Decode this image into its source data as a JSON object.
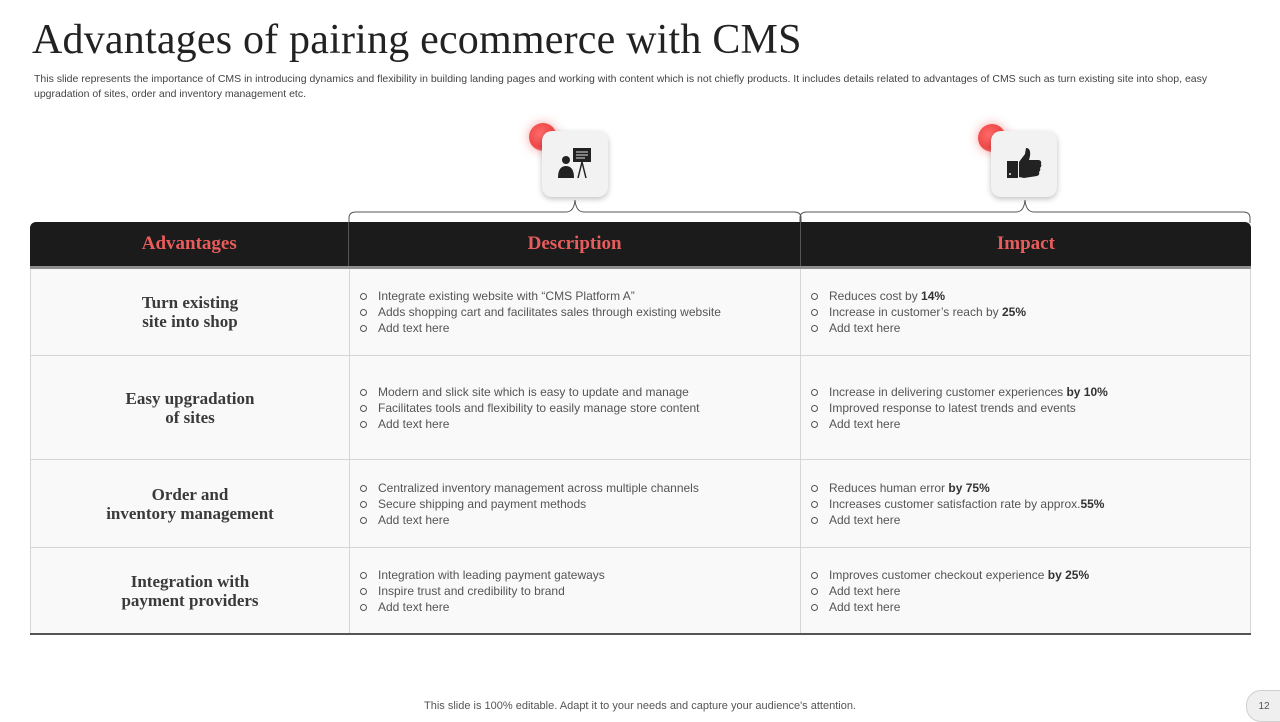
{
  "title": "Advantages of pairing ecommerce with CMS",
  "subtitle": "This slide represents the importance of CMS in introducing dynamics and flexibility in building landing pages and working with content which is not chiefly products. It includes details related to advantages of CMS such as turn existing site into shop, easy upgradation of sites, order and inventory management etc.",
  "icons": {
    "description": "presenter-board-icon",
    "impact": "thumbs-up-icon",
    "accent_color": "#f04848"
  },
  "table": {
    "headers": [
      "Advantages",
      "Description",
      "Impact"
    ],
    "header_text_color": "#e85c5c",
    "header_bg_color": "#1b1b1b",
    "rows": [
      {
        "advantage": "Turn existing\nsite into shop",
        "description": [
          {
            "text": "Integrate existing website with “CMS Platform A”",
            "bold": ""
          },
          {
            "text": "Adds shopping cart and facilitates sales through existing website",
            "bold": ""
          },
          {
            "text": "Add text here",
            "bold": ""
          }
        ],
        "impact": [
          {
            "text": "Reduces  cost by ",
            "bold": "14%"
          },
          {
            "text": "Increase in customer’s reach by ",
            "bold": "25%"
          },
          {
            "text": "Add text here",
            "bold": ""
          }
        ]
      },
      {
        "advantage": "Easy upgradation\nof sites",
        "description": [
          {
            "text": "Modern and slick site which is easy to update and manage",
            "bold": ""
          },
          {
            "text": "Facilitates tools and flexibility to easily manage store content",
            "bold": ""
          },
          {
            "text": "Add text here",
            "bold": ""
          }
        ],
        "impact": [
          {
            "text": "Increase in delivering customer experiences  ",
            "bold": "by 10%"
          },
          {
            "text": "Improved response to latest trends and events",
            "bold": ""
          },
          {
            "text": "Add text here",
            "bold": ""
          }
        ]
      },
      {
        "advantage": "Order and\ninventory management",
        "description": [
          {
            "text": "Centralized inventory management across multiple channels",
            "bold": ""
          },
          {
            "text": "Secure shipping and payment methods",
            "bold": ""
          },
          {
            "text": "Add text here",
            "bold": ""
          }
        ],
        "impact": [
          {
            "text": "Reduces  human error ",
            "bold": "by 75%"
          },
          {
            "text": "Increases customer satisfaction rate by approx.",
            "bold": "55%"
          },
          {
            "text": "Add text here",
            "bold": ""
          }
        ]
      },
      {
        "advantage": "Integration with\npayment providers",
        "description": [
          {
            "text": "Integration with leading payment gateways",
            "bold": ""
          },
          {
            "text": "Inspire trust and credibility to brand",
            "bold": ""
          },
          {
            "text": "Add text here",
            "bold": ""
          }
        ],
        "impact": [
          {
            "text": "Improves customer checkout  experience  ",
            "bold": "by 25%"
          },
          {
            "text": "Add text here",
            "bold": ""
          },
          {
            "text": "Add text here",
            "bold": ""
          }
        ]
      }
    ]
  },
  "footer": "This slide is 100% editable. Adapt it to your needs and capture your audience's attention.",
  "page_number": "12"
}
